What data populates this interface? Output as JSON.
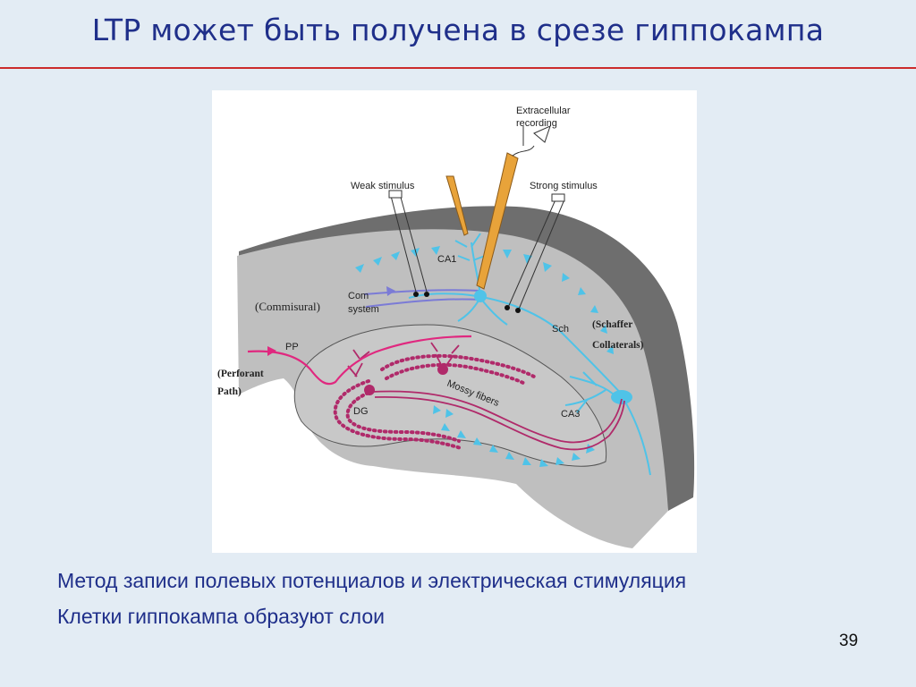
{
  "slide": {
    "title": "LTP может быть получена в срезе гиппокампа",
    "captions": [
      "Метод записи полевых потенциалов и электрическая стимуляция",
      "Клетки гиппокампа образуют слои"
    ],
    "page_number": "39"
  },
  "diagram": {
    "labels": {
      "extracellular_line1": "Extracellular",
      "extracellular_line2": "recording",
      "weak_stimulus": "Weak stimulus",
      "strong_stimulus": "Strong stimulus",
      "ca1": "CA1",
      "commissural": "(Commisural)",
      "com_line1": "Com",
      "com_line2": "system",
      "schaffer_line1": "(Schaffer",
      "schaffer_line2": "Collaterals)",
      "sch": "Sch",
      "pp": "PP",
      "perforant_line1": "(Perforant",
      "perforant_line2": "Path)",
      "dg": "DG",
      "mossy_fibers": "Mossy fibers",
      "ca3": "CA3"
    },
    "colors": {
      "tissue": "#bfbfbf",
      "tissue_dark_edge": "#6e6e6e",
      "ca_neurons": "#4fc3e8",
      "dentate_path": "#b02a6a",
      "perforant_path": "#e0287f",
      "commissural_fibers": "#7b7bd6",
      "electrode": "#e8a33a"
    }
  }
}
